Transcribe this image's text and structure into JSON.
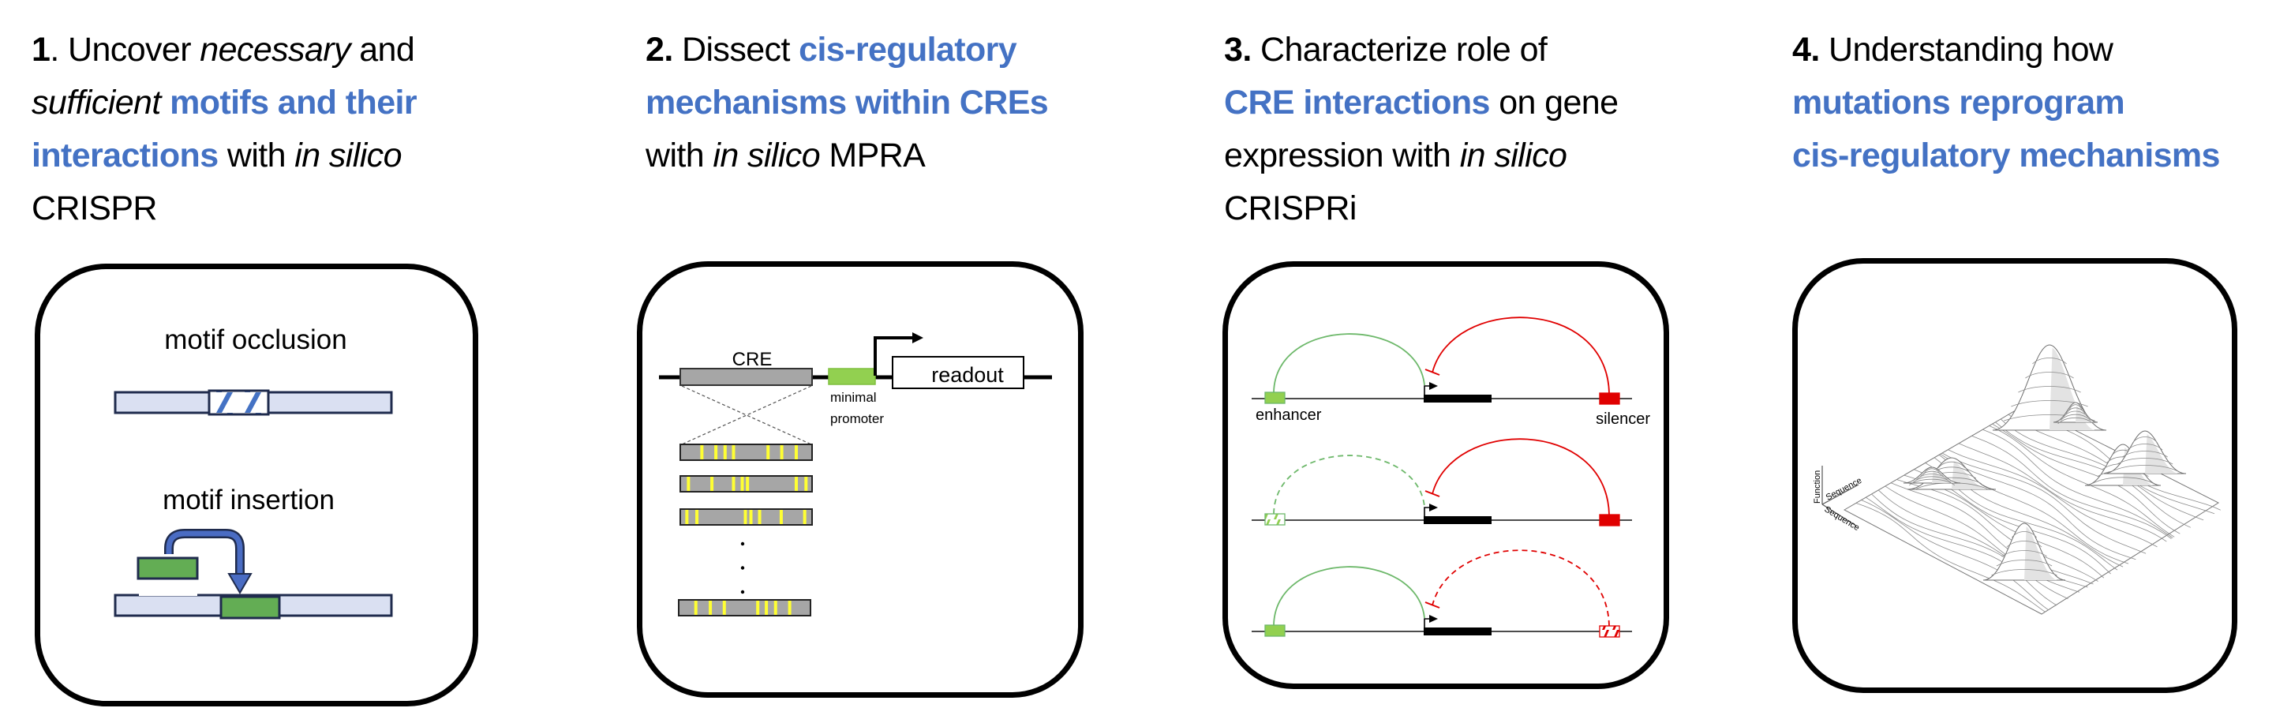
{
  "colors": {
    "highlight_blue": "#4472c4",
    "dna_bar_fill": "#dae0f2",
    "dna_bar_border": "#1f2b4d",
    "motif_green": "#63ad54",
    "arrow_blue": "#4a6cc3",
    "cre_gray": "#a6a6a6",
    "mutation_yellow": "#ffff33",
    "promoter_green": "#92d050",
    "enhancer_green": "#92d050",
    "enhancer_arc_green": "#6db86a",
    "silencer_red": "#e00000",
    "landscape_shade": "#e3e3e3",
    "landscape_line": "#6e6e6e"
  },
  "panels": [
    {
      "id": 1,
      "heading_lines": [
        [
          {
            "t": "1",
            "s": "num"
          },
          {
            "t": ". Uncover ",
            "s": ""
          },
          {
            "t": "necessary",
            "s": "it"
          },
          {
            "t": " and",
            "s": ""
          }
        ],
        [
          {
            "t": "sufficient",
            "s": "it"
          },
          {
            "t": " ",
            "s": ""
          },
          {
            "t": "motifs and their",
            "s": "hl"
          }
        ],
        [
          {
            "t": "interactions",
            "s": "hl"
          },
          {
            "t": " with ",
            "s": ""
          },
          {
            "t": "in silico",
            "s": "it"
          }
        ],
        [
          {
            "t": "CRISPR",
            "s": ""
          }
        ]
      ],
      "diagram": {
        "occlusion_label": "motif occlusion",
        "insertion_label": "motif insertion"
      }
    },
    {
      "id": 2,
      "heading_lines": [
        [
          {
            "t": "2.",
            "s": "num"
          },
          {
            "t": " Dissect ",
            "s": ""
          },
          {
            "t": "cis-regulatory",
            "s": "hl"
          }
        ],
        [
          {
            "t": "mechanisms within CREs",
            "s": "hl"
          }
        ],
        [
          {
            "t": "with ",
            "s": ""
          },
          {
            "t": "in silico",
            "s": "it"
          },
          {
            "t": " MPRA",
            "s": ""
          }
        ]
      ],
      "diagram": {
        "cre_label": "CRE",
        "readout_label": "readout",
        "promoter_label_lines": [
          "minimal",
          "promoter"
        ],
        "variants": [
          [
            0.164,
            0.27,
            0.34,
            0.404,
            0.666,
            0.77,
            0.88
          ],
          [
            0.062,
            0.24,
            0.404,
            0.47,
            0.51,
            0.88,
            0.954
          ],
          [
            0.05,
            0.126,
            0.494,
            0.536,
            0.602,
            0.766,
            0.944
          ],
          [
            0.13,
            0.24,
            0.346,
            0.6,
            0.665,
            0.735,
            0.842
          ]
        ],
        "ellipsis_dots": 3
      }
    },
    {
      "id": 3,
      "heading_lines": [
        [
          {
            "t": "3.",
            "s": "num"
          },
          {
            "t": " Characterize role of",
            "s": ""
          }
        ],
        [
          {
            "t": "CRE interactions",
            "s": "hl"
          },
          {
            "t": " on gene",
            "s": ""
          }
        ],
        [
          {
            "t": "expression with ",
            "s": ""
          },
          {
            "t": "in silico",
            "s": "it"
          }
        ],
        [
          {
            "t": "CRISPRi",
            "s": ""
          }
        ]
      ],
      "diagram": {
        "enhancer_label": "enhancer",
        "silencer_label": "silencer",
        "rows": [
          {
            "enhancer_state": "intact",
            "silencer_state": "intact"
          },
          {
            "enhancer_state": "perturbed",
            "silencer_state": "intact"
          },
          {
            "enhancer_state": "intact",
            "silencer_state": "perturbed"
          }
        ]
      }
    },
    {
      "id": 4,
      "heading_lines": [
        [
          {
            "t": "4.",
            "s": "num"
          },
          {
            "t": " Understanding how",
            "s": ""
          }
        ],
        [
          {
            "t": "mutations reprogram",
            "s": "hl"
          }
        ],
        [
          {
            "t": "cis-regulatory mechanisms",
            "s": "hl"
          }
        ]
      ],
      "diagram": {
        "axis_function": "Function",
        "axis_sequence_1": "Sequence",
        "axis_sequence_2": "Sequence"
      }
    }
  ]
}
